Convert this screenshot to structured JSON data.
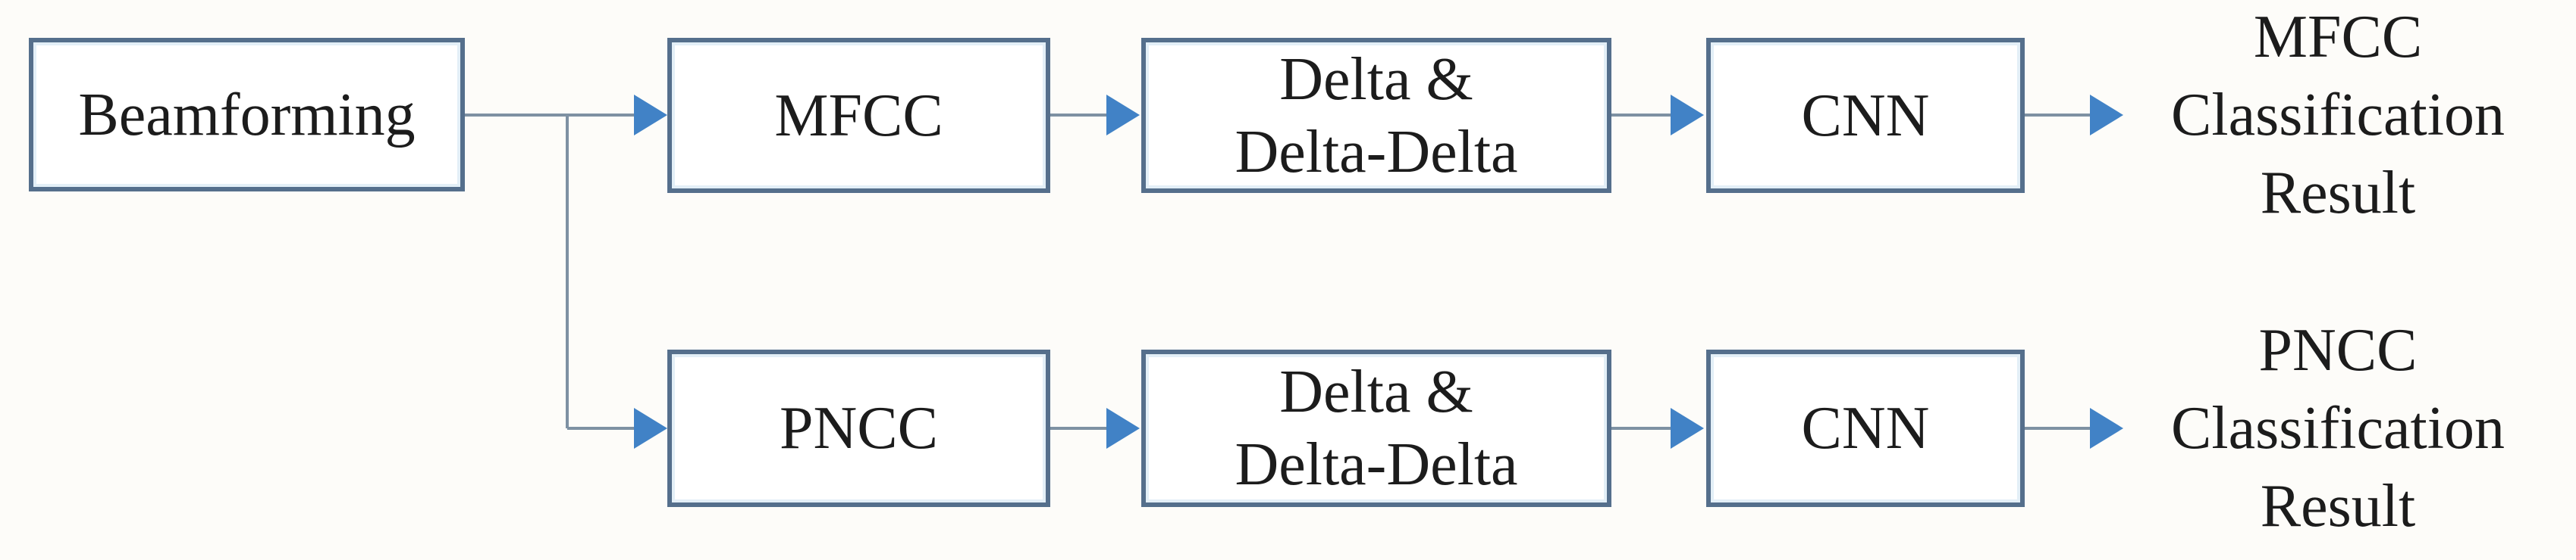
{
  "diagram": {
    "description": "Two-branch audio classification pipeline block diagram",
    "colors": {
      "box_border": "#556f8c",
      "box_fill": "#ffffff",
      "connector_line": "#7e91a3",
      "arrowhead": "#4182c6",
      "text": "#1c1c1c",
      "background": "#fdfcf9"
    },
    "nodes": {
      "beamforming": {
        "label": "Beamforming"
      },
      "mfcc": {
        "label": "MFCC"
      },
      "delta_top": {
        "label": "Delta &\nDelta-Delta"
      },
      "cnn_top": {
        "label": "CNN"
      },
      "pncc": {
        "label": "PNCC"
      },
      "delta_bottom": {
        "label": "Delta &\nDelta-Delta"
      },
      "cnn_bottom": {
        "label": "CNN"
      }
    },
    "outputs": {
      "mfcc_result": {
        "label": "MFCC\nClassification\nResult"
      },
      "pncc_result": {
        "label": "PNCC\nClassification\nResult"
      }
    },
    "edges": [
      {
        "from": "beamforming",
        "to": "mfcc"
      },
      {
        "from": "beamforming",
        "to": "pncc"
      },
      {
        "from": "mfcc",
        "to": "delta_top"
      },
      {
        "from": "delta_top",
        "to": "cnn_top"
      },
      {
        "from": "cnn_top",
        "to": "mfcc_result"
      },
      {
        "from": "pncc",
        "to": "delta_bottom"
      },
      {
        "from": "delta_bottom",
        "to": "cnn_bottom"
      },
      {
        "from": "cnn_bottom",
        "to": "pncc_result"
      }
    ]
  }
}
